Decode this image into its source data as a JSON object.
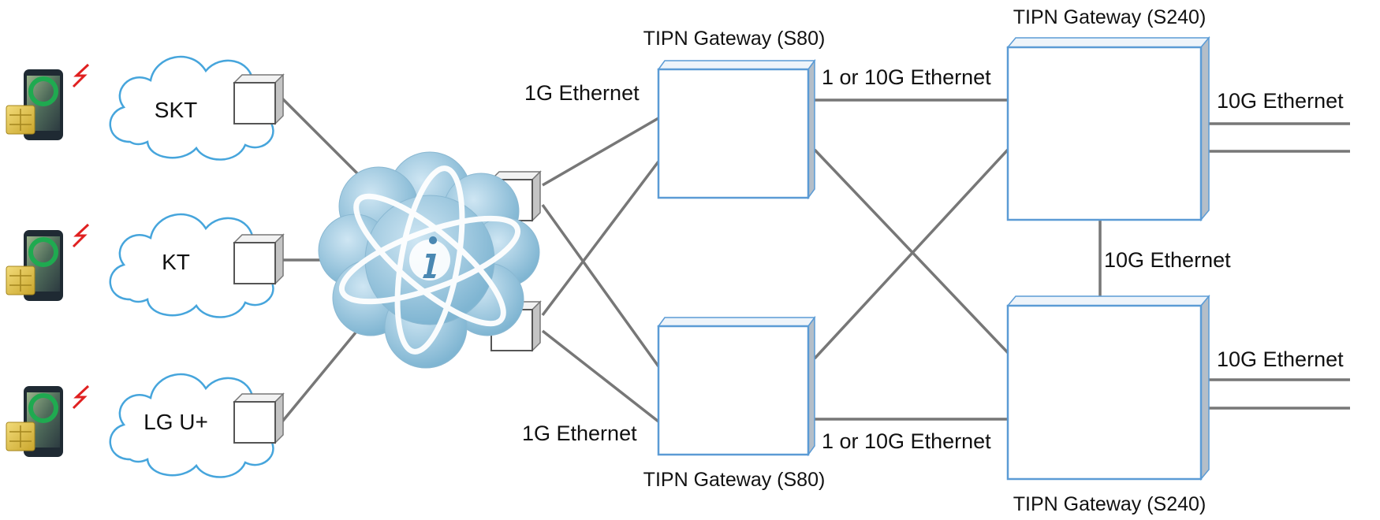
{
  "colors": {
    "gateway_border": "#5b9bd5",
    "gateway_side": "#b4bec8",
    "link": "#777777",
    "cloud_stroke": "#46a5dc",
    "core_cloud": "#8cbfda",
    "signal": "#e02020",
    "sim": "#e3c24a",
    "phone_ring": "#1faa50"
  },
  "operators": [
    {
      "name": "SKT"
    },
    {
      "name": "KT"
    },
    {
      "name": "LG U+"
    }
  ],
  "icons": {
    "phone": "smartphone-with-sim-icon",
    "signal": "wireless-signal-icon",
    "switch": "network-switch-icon",
    "internet": "internet-cloud-icon"
  },
  "gateways": {
    "s80_top": "TIPN Gateway (S80)",
    "s80_bottom": "TIPN Gateway (S80)",
    "s240_top": "TIPN Gateway (S240)",
    "s240_bottom": "TIPN Gateway (S240)"
  },
  "links": {
    "ge1_top": "1G Ethernet",
    "ge1_bottom": "1G Ethernet",
    "mid_top": "1 or 10G Ethernet",
    "mid_bottom": "1 or 10G Ethernet",
    "vertical": "10G Ethernet",
    "out_top": "10G Ethernet",
    "out_bottom": "10G Ethernet"
  }
}
